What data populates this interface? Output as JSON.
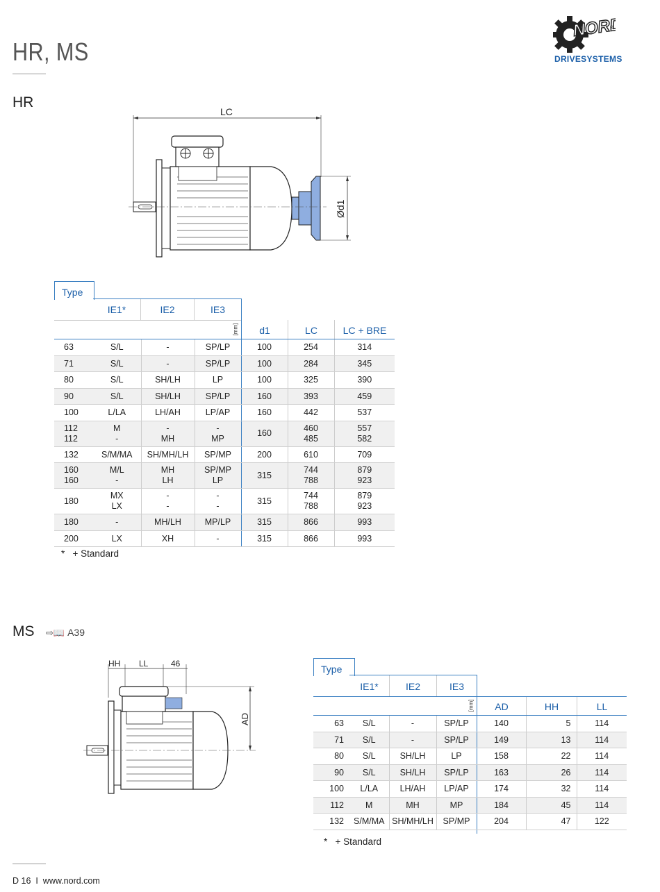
{
  "header": {
    "title": "HR, MS",
    "logo_text": "NORD",
    "logo_sub": "DRIVESYSTEMS"
  },
  "hr": {
    "label": "HR",
    "drawing": {
      "lc": "LC",
      "d1": "Ød1"
    },
    "type_tab": "Type",
    "headers": {
      "ie1": "IE1*",
      "ie2": "IE2",
      "ie3": "IE3",
      "unit": "[mm]",
      "d1": "d1",
      "lc": "LC",
      "lcbre": "LC + BRE"
    },
    "rows": [
      {
        "size": "63",
        "ie1": "S/L",
        "ie2": "-",
        "ie3": "SP/LP",
        "d1": "100",
        "lc": "254",
        "lcbre": "314"
      },
      {
        "size": "71",
        "ie1": "S/L",
        "ie2": "-",
        "ie3": "SP/LP",
        "d1": "100",
        "lc": "284",
        "lcbre": "345"
      },
      {
        "size": "80",
        "ie1": "S/L",
        "ie2": "SH/LH",
        "ie3": "LP",
        "d1": "100",
        "lc": "325",
        "lcbre": "390"
      },
      {
        "size": "90",
        "ie1": "S/L",
        "ie2": "SH/LH",
        "ie3": "SP/LP",
        "d1": "160",
        "lc": "393",
        "lcbre": "459"
      },
      {
        "size": "100",
        "ie1": "L/LA",
        "ie2": "LH/AH",
        "ie3": "LP/AP",
        "d1": "160",
        "lc": "442",
        "lcbre": "537"
      },
      {
        "size": "112\n112",
        "ie1": "M\n-",
        "ie2": "-\nMH",
        "ie3": "-\nMP",
        "d1": "160",
        "lc": "460\n485",
        "lcbre": "557\n582"
      },
      {
        "size": "132",
        "ie1": "S/M/MA",
        "ie2": "SH/MH/LH",
        "ie3": "SP/MP",
        "d1": "200",
        "lc": "610",
        "lcbre": "709"
      },
      {
        "size": "160\n160",
        "ie1": "M/L\n-",
        "ie2": "MH\nLH",
        "ie3": "SP/MP\nLP",
        "d1": "315",
        "lc": "744\n788",
        "lcbre": "879\n923"
      },
      {
        "size": "180",
        "ie1": "MX\nLX",
        "ie2": "-\n-",
        "ie3": "-\n-",
        "d1": "315",
        "lc": "744\n788",
        "lcbre": "879\n923"
      },
      {
        "size": "180",
        "ie1": "-",
        "ie2": "MH/LH",
        "ie3": "MP/LP",
        "d1": "315",
        "lc": "866",
        "lcbre": "993"
      },
      {
        "size": "200",
        "ie1": "LX",
        "ie2": "XH",
        "ie3": "-",
        "d1": "315",
        "lc": "866",
        "lcbre": "993"
      }
    ],
    "footnote_mark": "*",
    "footnote": "+ Standard"
  },
  "ms": {
    "label": "MS",
    "ref": "A39",
    "drawing": {
      "hh": "HH",
      "ll": "LL",
      "dim46": "46",
      "ad": "AD"
    },
    "type_tab": "Type",
    "headers": {
      "ie1": "IE1*",
      "ie2": "IE2",
      "ie3": "IE3",
      "unit": "[mm]",
      "ad": "AD",
      "hh": "HH",
      "ll": "LL"
    },
    "rows": [
      {
        "size": "63",
        "ie1": "S/L",
        "ie2": "-",
        "ie3": "SP/LP",
        "ad": "140",
        "hh": "5",
        "ll": "114"
      },
      {
        "size": "71",
        "ie1": "S/L",
        "ie2": "-",
        "ie3": "SP/LP",
        "ad": "149",
        "hh": "13",
        "ll": "114"
      },
      {
        "size": "80",
        "ie1": "S/L",
        "ie2": "SH/LH",
        "ie3": "LP",
        "ad": "158",
        "hh": "22",
        "ll": "114"
      },
      {
        "size": "90",
        "ie1": "S/L",
        "ie2": "SH/LH",
        "ie3": "SP/LP",
        "ad": "163",
        "hh": "26",
        "ll": "114"
      },
      {
        "size": "100",
        "ie1": "L/LA",
        "ie2": "LH/AH",
        "ie3": "LP/AP",
        "ad": "174",
        "hh": "32",
        "ll": "114"
      },
      {
        "size": "112",
        "ie1": "M",
        "ie2": "MH",
        "ie3": "MP",
        "ad": "184",
        "hh": "45",
        "ll": "114"
      },
      {
        "size": "132",
        "ie1": "S/M/MA",
        "ie2": "SH/MH/LH",
        "ie3": "SP/MP",
        "ad": "204",
        "hh": "47",
        "ll": "122"
      }
    ],
    "footnote_mark": "*",
    "footnote": "+ Standard"
  },
  "footer": {
    "page": "D  16",
    "sep": "I",
    "url": "www.nord.com"
  },
  "colors": {
    "accent": "#1a5ea8",
    "brake": "#8faee0",
    "line": "#3a7fc2"
  }
}
